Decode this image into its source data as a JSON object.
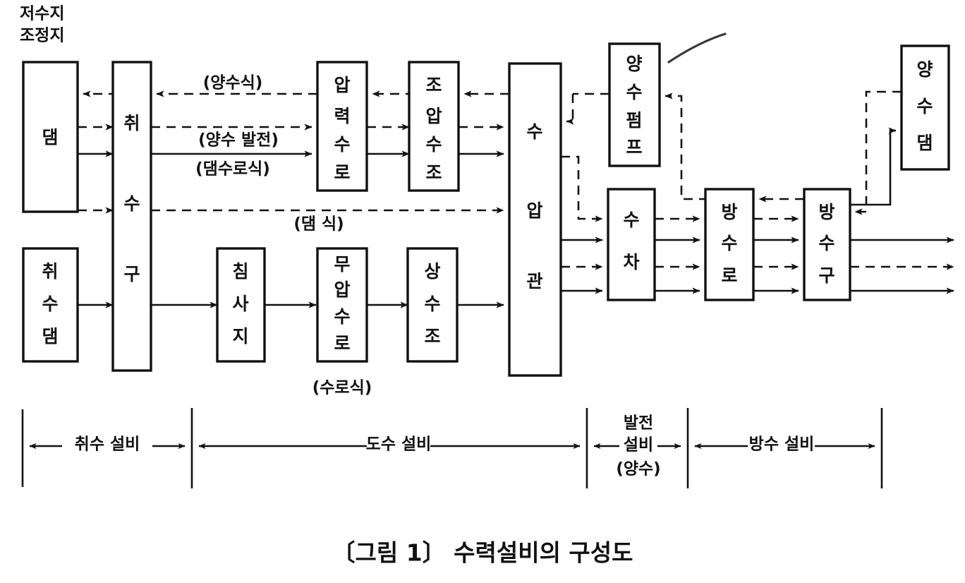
{
  "figure": {
    "caption": "〔그림 1〕 수력설비의 구성도",
    "header_note_line1": "저수지",
    "header_note_line2": "조정지"
  },
  "boxes": {
    "dam": "댐",
    "intake_dam": "취수댐",
    "intake_gate": "취수구",
    "pressure_waterway": "압력수로",
    "surge_tank": "조압수조",
    "penstock": "수압관",
    "sand_basin": "침사지",
    "free_flow_waterway": "무압수로",
    "head_tank": "상수조",
    "pump": "양수펌프",
    "turbine": "수차",
    "tailrace": "방수로",
    "outlet": "방수구",
    "pumped_storage_dam": "양수댐"
  },
  "flow_labels": {
    "pumped_type": "(양수식)",
    "pumped_generation": "(양수 발전)",
    "dam_waterway_type": "(댐수로식)",
    "dam_type": "(댐 식)",
    "waterway_type": "(수로식)"
  },
  "brackets": [
    {
      "label": "취수 설비",
      "sublabel": ""
    },
    {
      "label": "도수 설비",
      "sublabel": ""
    },
    {
      "label": "발전\n설비",
      "sublabel": "(양수)"
    },
    {
      "label": "방수 설비",
      "sublabel": ""
    }
  ],
  "bracket_text": {
    "intake": "취수 설비",
    "conveyance": "도수 설비",
    "generation_line1": "발전",
    "generation_line2": "설비",
    "generation_line3": "(양수)",
    "discharge": "방수 설비"
  },
  "colors": {
    "ink": "#111111",
    "paper": "#ffffff"
  }
}
